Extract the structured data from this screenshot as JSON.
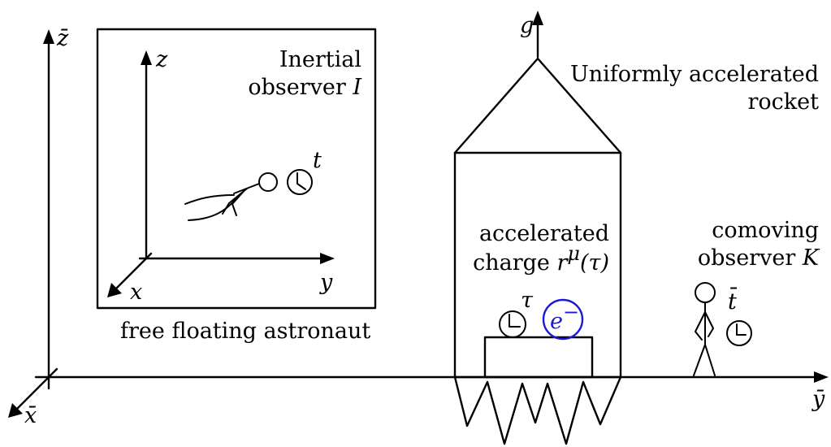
{
  "colors": {
    "ink": "#000000",
    "electron": "#1a1ad6",
    "background": "#ffffff"
  },
  "axes": {
    "zbar": "z̄",
    "xbar": "x̄",
    "ybar": "ȳ",
    "g": "g"
  },
  "inertial_frame": {
    "title_line1": "Inertial",
    "title_line2_text": "observer ",
    "title_line2_symbol": "I",
    "z_label": "z",
    "x_label": "x",
    "y_label": "y",
    "time_label": "t",
    "caption": "free floating astronaut"
  },
  "rocket": {
    "title_line1": "Uniformly accelerated",
    "title_line2": "rocket",
    "charge_line1": "accelerated",
    "charge_line2_text": "charge ",
    "charge_line2_symbol": "r",
    "charge_line2_sup": "μ",
    "charge_line2_arg": "(τ)",
    "proper_time_label": "τ",
    "electron_label": "e",
    "electron_sup": "−"
  },
  "comoving_observer": {
    "title_line1": "comoving",
    "title_line2_text": "observer ",
    "title_line2_symbol": "K",
    "time_label": "t̄"
  }
}
